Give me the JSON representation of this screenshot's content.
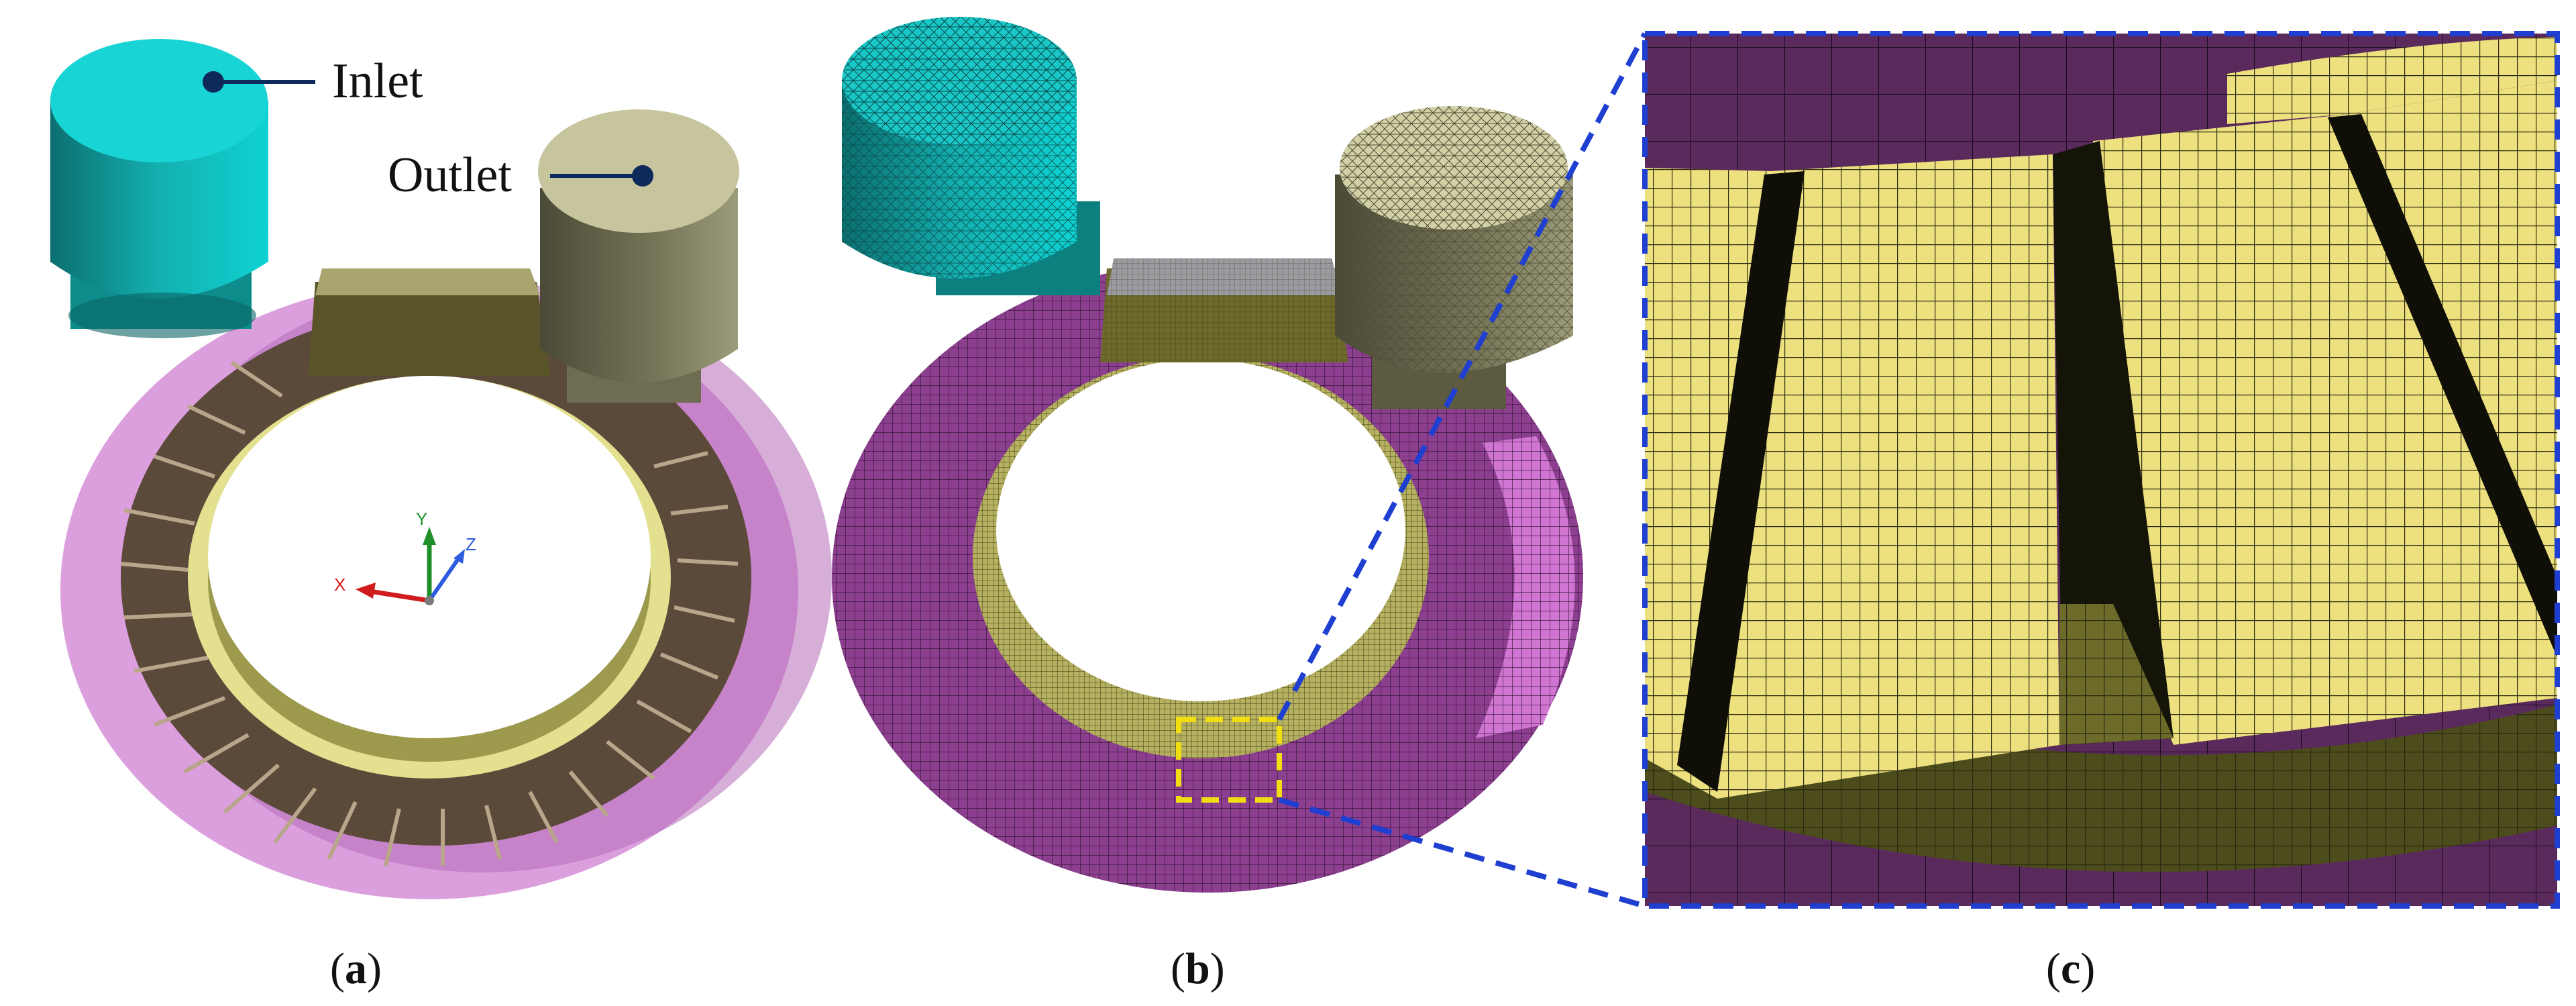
{
  "annotations": {
    "inlet": "Inlet",
    "outlet": "Outlet"
  },
  "axes": {
    "x": "X",
    "y": "Y",
    "z": "Z"
  },
  "panels": [
    {
      "id": "a",
      "prefix": "(",
      "letter": "a",
      "suffix": ")"
    },
    {
      "id": "b",
      "prefix": "(",
      "letter": "b",
      "suffix": ")"
    },
    {
      "id": "c",
      "prefix": "(",
      "letter": "c",
      "suffix": ")"
    }
  ],
  "colors": {
    "inlet": "#1bb3b3",
    "outlet": "#c6c59d",
    "volute_transparent": "#d58ed8",
    "volute_mesh": "#8c3f8f",
    "impeller": "#d6d47c",
    "blades": "#5b4a3a",
    "zoom_frame": "#1f3fd1",
    "highlight_box": "#f2de10",
    "annotation_line": "#0d2a5a"
  }
}
